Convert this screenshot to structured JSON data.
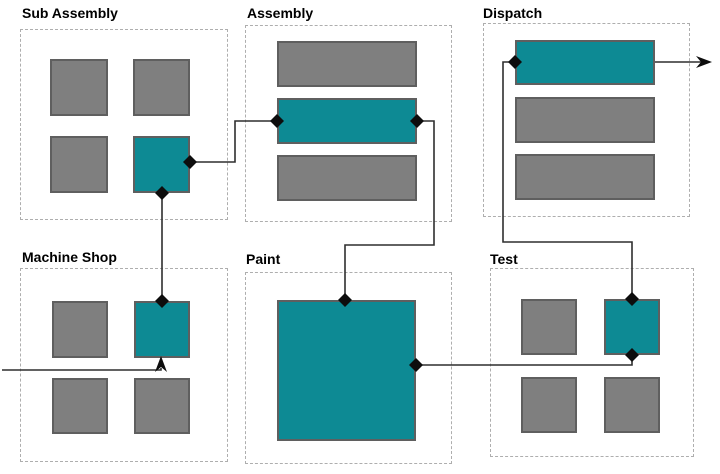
{
  "colors": {
    "teal_fill": "#0d8a94",
    "gray_fill": "#7f7f7f",
    "shape_border": "#5f5f5f",
    "connector_line": "#2f2f2f",
    "boundary_dash": "#aeaeae",
    "label_text": "#000000",
    "canvas_bg": "#ffffff"
  },
  "stations": [
    {
      "id": "sub-assembly",
      "label": "Sub Assembly",
      "block_count": 4,
      "highlighted_blocks": 1
    },
    {
      "id": "assembly",
      "label": "Assembly",
      "block_count": 3,
      "highlighted_blocks": 1
    },
    {
      "id": "dispatch",
      "label": "Dispatch",
      "block_count": 3,
      "highlighted_blocks": 1
    },
    {
      "id": "machine-shop",
      "label": "Machine Shop",
      "block_count": 4,
      "highlighted_blocks": 1
    },
    {
      "id": "paint",
      "label": "Paint",
      "block_count": 1,
      "highlighted_blocks": 1
    },
    {
      "id": "test",
      "label": "Test",
      "block_count": 4,
      "highlighted_blocks": 1
    }
  ],
  "flow": {
    "edges": [
      {
        "from": "external-input",
        "to": "machine-shop",
        "end_marker": "arrow"
      },
      {
        "from": "machine-shop",
        "to": "sub-assembly",
        "end_marker": "diamond"
      },
      {
        "from": "sub-assembly",
        "to": "assembly",
        "end_marker": "diamond"
      },
      {
        "from": "assembly",
        "to": "paint",
        "end_marker": "diamond"
      },
      {
        "from": "paint",
        "to": "test",
        "end_marker": "diamond"
      },
      {
        "from": "test",
        "to": "dispatch",
        "end_marker": "diamond"
      },
      {
        "from": "dispatch",
        "to": "external-output",
        "end_marker": "arrow"
      }
    ]
  }
}
